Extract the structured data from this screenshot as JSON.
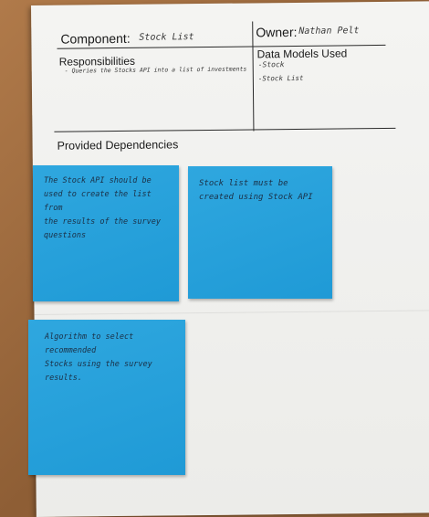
{
  "card": {
    "component_label": "Component:",
    "component_value": "Stock List",
    "owner_label": "Owner:",
    "owner_value": "Nathan Pelt",
    "responsibilities_title": "Responsibilities",
    "responsibilities": [
      "- Queries the Stocks API into a list of investments"
    ],
    "data_models_title": "Data Models Used",
    "data_models": [
      "-Stock",
      "-Stock List"
    ],
    "provided_dependencies_title": "Provided Dependencies"
  },
  "sticky_notes": [
    {
      "text": "The Stock API should be\nused to create the list from\nthe results of the survey\nquestions"
    },
    {
      "text": "Stock list must be\ncreated using Stock API"
    },
    {
      "text": "Algorithm to select recommended\nStocks using the survey\nresults."
    }
  ],
  "colors": {
    "sticky_note": "#1f9ad6",
    "paper": "#f1f1ef",
    "desk": "#9a6a3e"
  }
}
